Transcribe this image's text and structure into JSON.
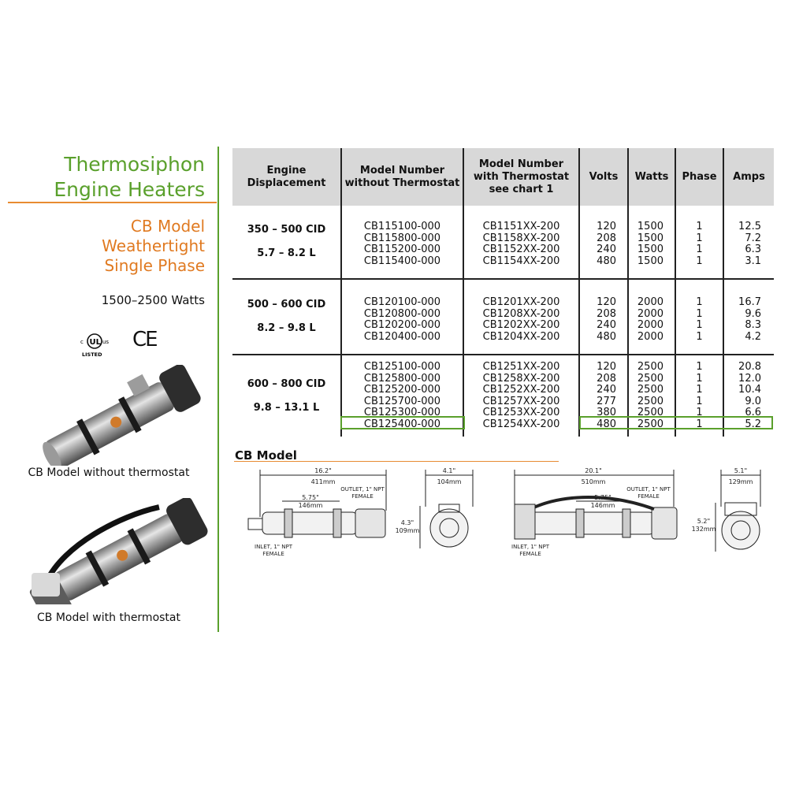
{
  "left": {
    "title_line1": "Thermosiphon",
    "title_line2": "Engine Heaters",
    "subtitle_line1": "CB Model",
    "subtitle_line2": "Weathertight",
    "subtitle_line3": "Single Phase",
    "watts": "1500–2500 Watts",
    "cert_ul_c": "c",
    "cert_ul_us": "us",
    "cert_ul_listed": "LISTED",
    "cert_ul": "UL",
    "cert_ce": "CE",
    "caption_without": "CB Model without thermostat",
    "caption_with": "CB Model with thermostat"
  },
  "table": {
    "headers": {
      "engine_l1": "Engine",
      "engine_l2": "Displacement",
      "model_l1": "Model Number",
      "model_l2": "without Thermostat",
      "thermo_l1": "Model Number",
      "thermo_l2": "with Thermostat",
      "thermo_l3": "see chart 1",
      "volts": "Volts",
      "watts": "Watts",
      "phase": "Phase",
      "amps": "Amps"
    },
    "groups": [
      {
        "cid": "350 – 500 CID",
        "liters": "5.7 – 8.2 L",
        "models": [
          "CB115100-000",
          "CB115800-000",
          "CB115200-000",
          "CB115400-000"
        ],
        "thermo": [
          "CB1151XX-200",
          "CB1158XX-200",
          "CB1152XX-200",
          "CB1154XX-200"
        ],
        "volts": [
          "120",
          "208",
          "240",
          "480"
        ],
        "watts": [
          "1500",
          "1500",
          "1500",
          "1500"
        ],
        "phase": [
          "1",
          "1",
          "1",
          "1"
        ],
        "amps": [
          "12.5",
          "7.2",
          "6.3",
          "3.1"
        ]
      },
      {
        "cid": "500 – 600 CID",
        "liters": "8.2 – 9.8 L",
        "models": [
          "CB120100-000",
          "CB120800-000",
          "CB120200-000",
          "CB120400-000"
        ],
        "thermo": [
          "CB1201XX-200",
          "CB1208XX-200",
          "CB1202XX-200",
          "CB1204XX-200"
        ],
        "volts": [
          "120",
          "208",
          "240",
          "480"
        ],
        "watts": [
          "2000",
          "2000",
          "2000",
          "2000"
        ],
        "phase": [
          "1",
          "1",
          "1",
          "1"
        ],
        "amps": [
          "16.7",
          "9.6",
          "8.3",
          "4.2"
        ]
      },
      {
        "cid": "600 – 800 CID",
        "liters": "9.8 – 13.1 L",
        "models": [
          "CB125100-000",
          "CB125800-000",
          "CB125200-000",
          "CB125700-000",
          "CB125300-000",
          "CB125400-000"
        ],
        "thermo": [
          "CB1251XX-200",
          "CB1258XX-200",
          "CB1252XX-200",
          "CB1257XX-200",
          "CB1253XX-200",
          "CB1254XX-200"
        ],
        "volts": [
          "120",
          "208",
          "240",
          "277",
          "380",
          "480"
        ],
        "watts": [
          "2500",
          "2500",
          "2500",
          "2500",
          "2500",
          "2500"
        ],
        "phase": [
          "1",
          "1",
          "1",
          "1",
          "1",
          "1"
        ],
        "amps": [
          "20.8",
          "12.0",
          "10.4",
          "9.0",
          "6.6",
          "5.2"
        ]
      }
    ]
  },
  "diagram": {
    "section_title": "CB Model",
    "d1_len_in": "16.2\"",
    "d1_len_mm": "411mm",
    "d1_spacing_in": "5.75\"",
    "d1_spacing_mm": "146mm",
    "d1_outlet_1": "OUTLET, 1\" NPT",
    "d1_outlet_2": "FEMALE",
    "d1_inlet_1": "INLET, 1\" NPT",
    "d1_inlet_2": "FEMALE",
    "e1_w_in": "4.1\"",
    "e1_w_mm": "104mm",
    "e1_h_in": "4.3\"",
    "e1_h_mm": "109mm",
    "d2_len_in": "20.1\"",
    "d2_len_mm": "510mm",
    "d2_spacing_in": "5.75\"",
    "d2_spacing_mm": "146mm",
    "d2_outlet_1": "OUTLET, 1\" NPT",
    "d2_outlet_2": "FEMALE",
    "d2_inlet_1": "INLET, 1\" NPT",
    "d2_inlet_2": "FEMALE",
    "e2_w_in": "5.1\"",
    "e2_w_mm": "129mm",
    "e2_h_in": "5.2\"",
    "e2_h_mm": "132mm"
  },
  "colors": {
    "green": "#5aa02c",
    "orange": "#e07a21",
    "header_gray": "#d8d8d8"
  }
}
